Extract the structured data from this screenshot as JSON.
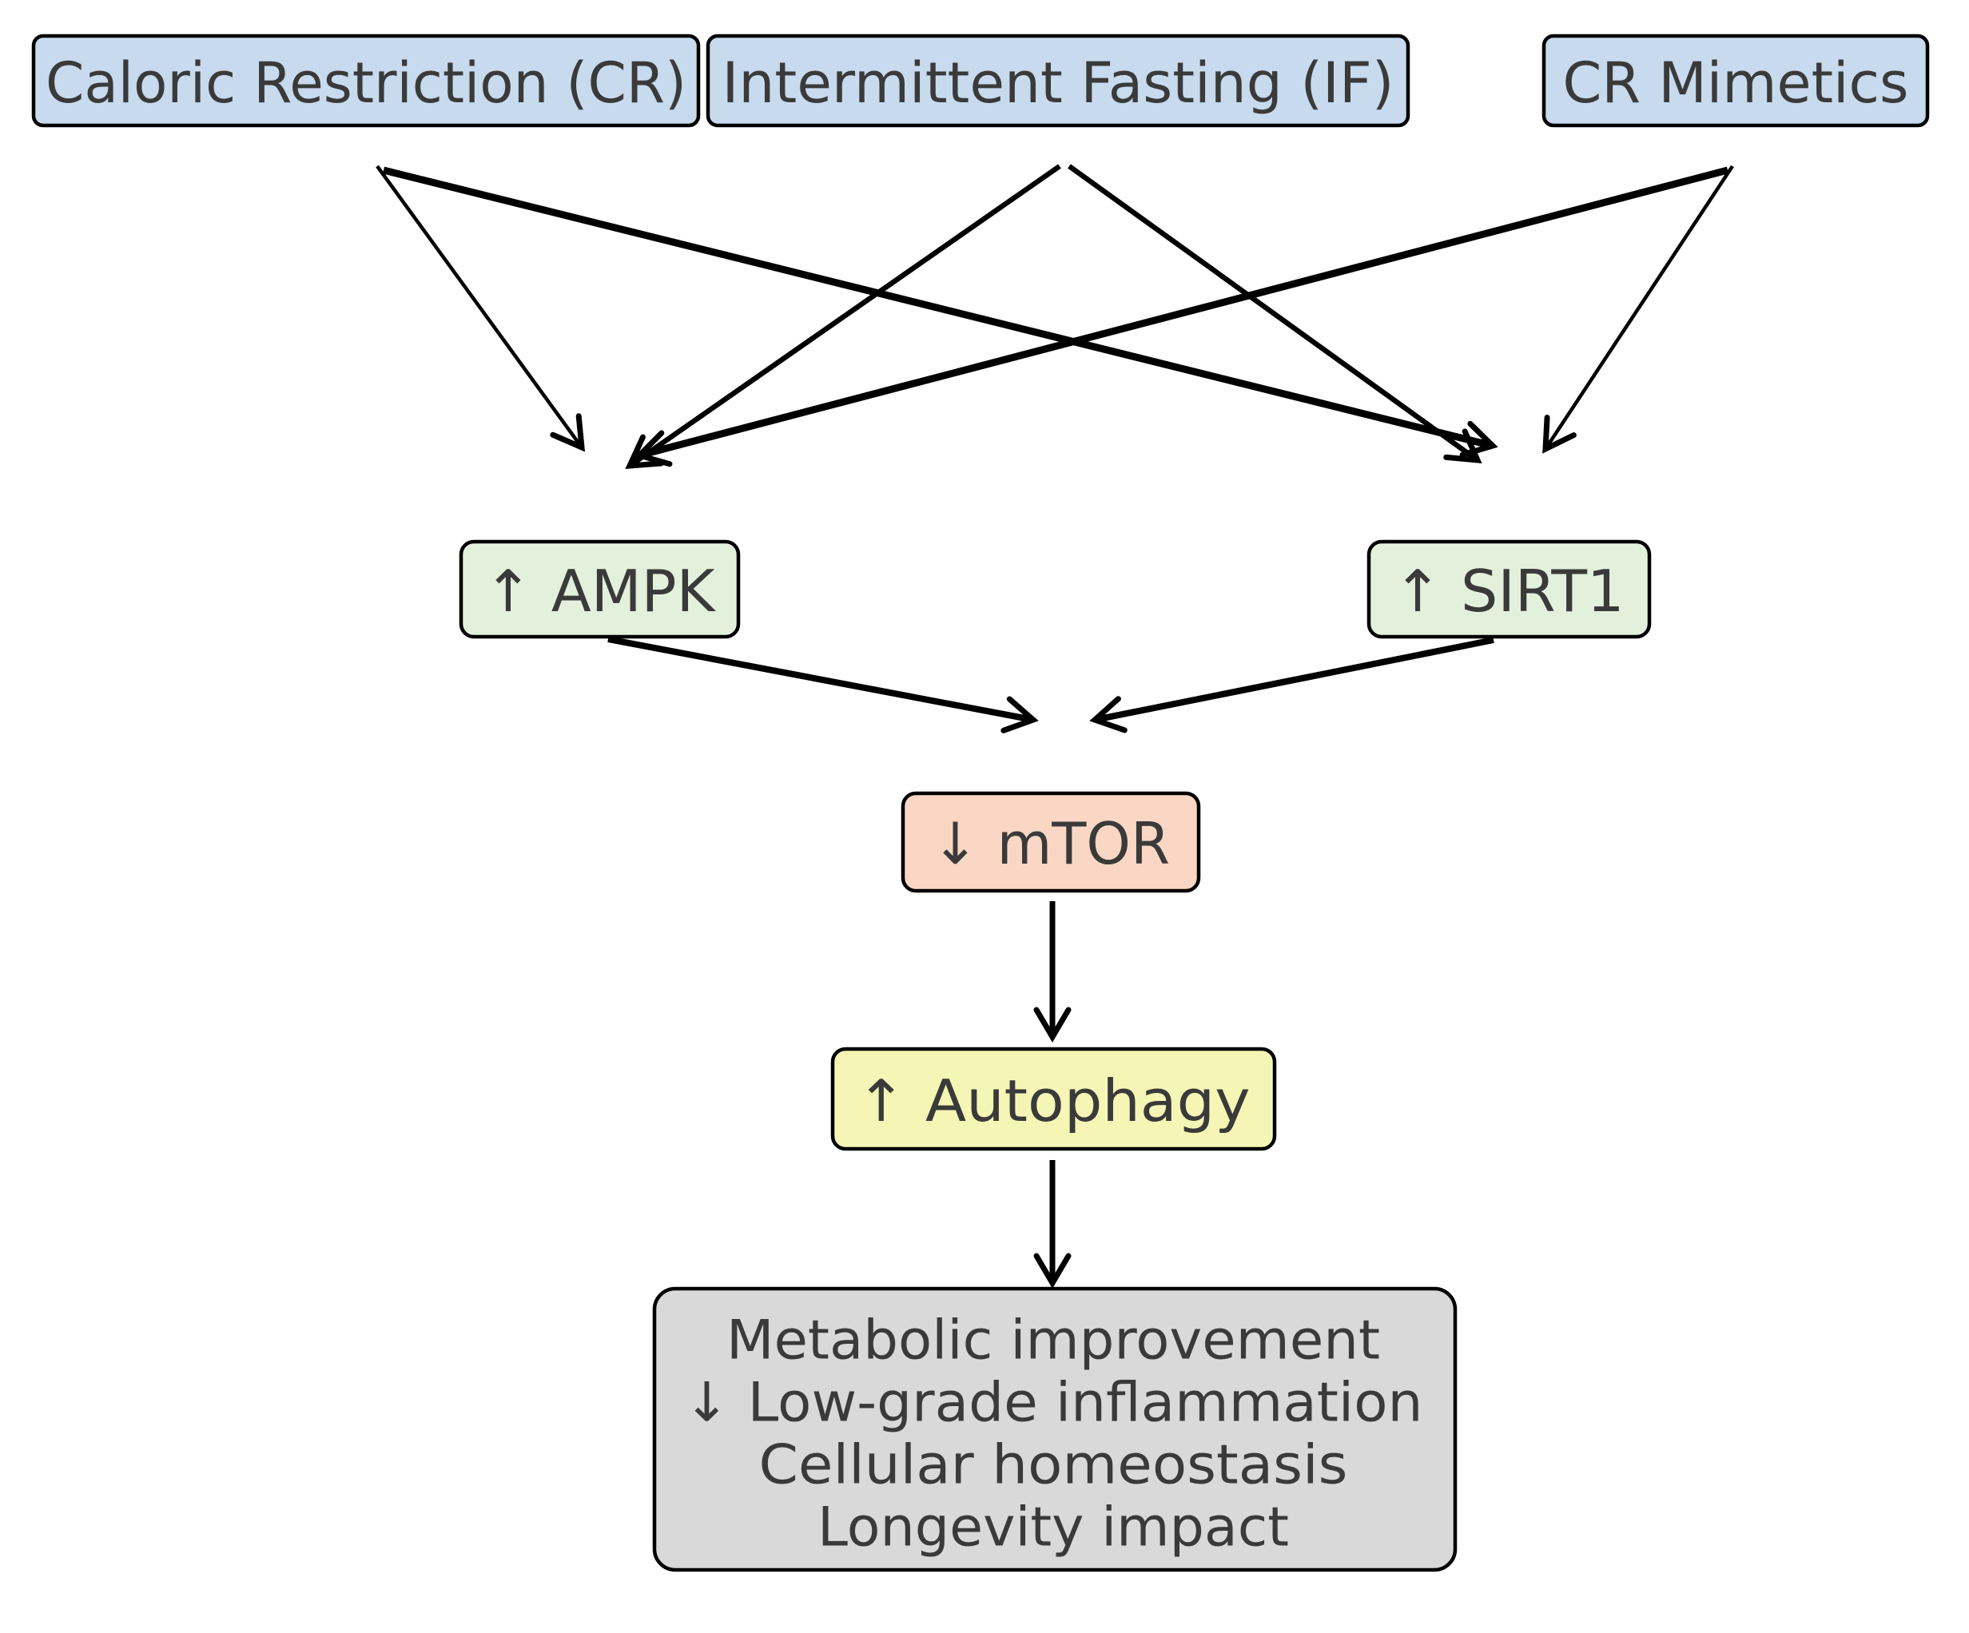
{
  "diagram": {
    "kind": "pathway-flowchart",
    "background": "#ffffff",
    "colors": {
      "input_fill": "#c7daee",
      "sensor_fill": "#e3f0dc",
      "mtor_fill": "#f9d7c4",
      "autophagy_fill": "#f5f5b5",
      "outcomes_fill": "#d9d9d9",
      "border": "#000000",
      "arrow": "#000000",
      "text": "#3a3a3a"
    }
  },
  "nodes": {
    "cr": {
      "label": "Caloric Restriction (CR)",
      "fill": "#c7daee"
    },
    "if": {
      "label": "Intermittent Fasting (IF)",
      "fill": "#c7daee"
    },
    "crm": {
      "label": "CR Mimetics",
      "fill": "#c7daee"
    },
    "ampk": {
      "label": "↑ AMPK",
      "fill": "#e3f0dc"
    },
    "sirt1": {
      "label": "↑ SIRT1",
      "fill": "#e3f0dc"
    },
    "mtor": {
      "label": "↓ mTOR",
      "fill": "#f9d7c4"
    },
    "autophagy": {
      "label": "↑ Autophagy",
      "fill": "#f5f5b5"
    },
    "outcomes": {
      "fill": "#d9d9d9",
      "lines": [
        "Metabolic improvement",
        "↓ Low-grade inflammation",
        "Cellular homeostasis",
        "Longevity impact"
      ]
    }
  },
  "edges": [
    {
      "from": "cr",
      "to": "ampk"
    },
    {
      "from": "cr",
      "to": "sirt1"
    },
    {
      "from": "if",
      "to": "ampk"
    },
    {
      "from": "if",
      "to": "sirt1"
    },
    {
      "from": "crm",
      "to": "ampk"
    },
    {
      "from": "crm",
      "to": "sirt1"
    },
    {
      "from": "ampk",
      "to": "mtor"
    },
    {
      "from": "sirt1",
      "to": "mtor"
    },
    {
      "from": "mtor",
      "to": "autophagy"
    },
    {
      "from": "autophagy",
      "to": "outcomes"
    }
  ]
}
